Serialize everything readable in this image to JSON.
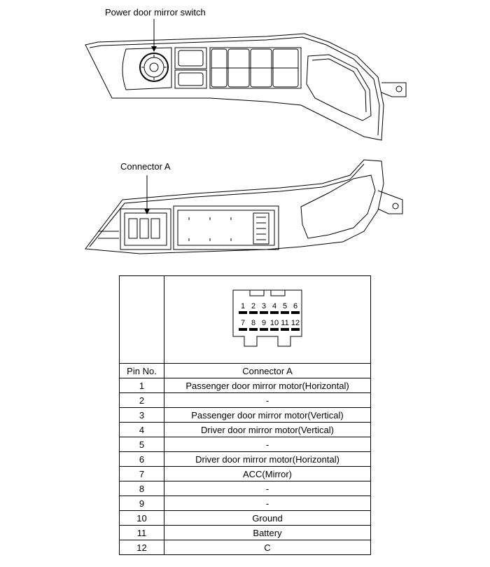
{
  "callouts": {
    "power_switch": "Power door mirror switch",
    "connector_a": "Connector A"
  },
  "table": {
    "header_pin": "Pin No.",
    "header_connector": "Connector A",
    "rows": [
      {
        "pin": "1",
        "desc": "Passenger door mirror motor(Horizontal)"
      },
      {
        "pin": "2",
        "desc": "-"
      },
      {
        "pin": "3",
        "desc": "Passenger door mirror motor(Vertical)"
      },
      {
        "pin": "4",
        "desc": "Driver door mirror motor(Vertical)"
      },
      {
        "pin": "5",
        "desc": "-"
      },
      {
        "pin": "6",
        "desc": "Driver door mirror motor(Horizontal)"
      },
      {
        "pin": "7",
        "desc": "ACC(Mirror)"
      },
      {
        "pin": "8",
        "desc": "-"
      },
      {
        "pin": "9",
        "desc": "-"
      },
      {
        "pin": "10",
        "desc": "Ground"
      },
      {
        "pin": "11",
        "desc": "Battery"
      },
      {
        "pin": "12",
        "desc": "C"
      }
    ]
  },
  "connector": {
    "top_pins": [
      "1",
      "2",
      "3",
      "4",
      "5",
      "6"
    ],
    "bottom_pins": [
      "7",
      "8",
      "9",
      "10",
      "11",
      "12"
    ]
  }
}
